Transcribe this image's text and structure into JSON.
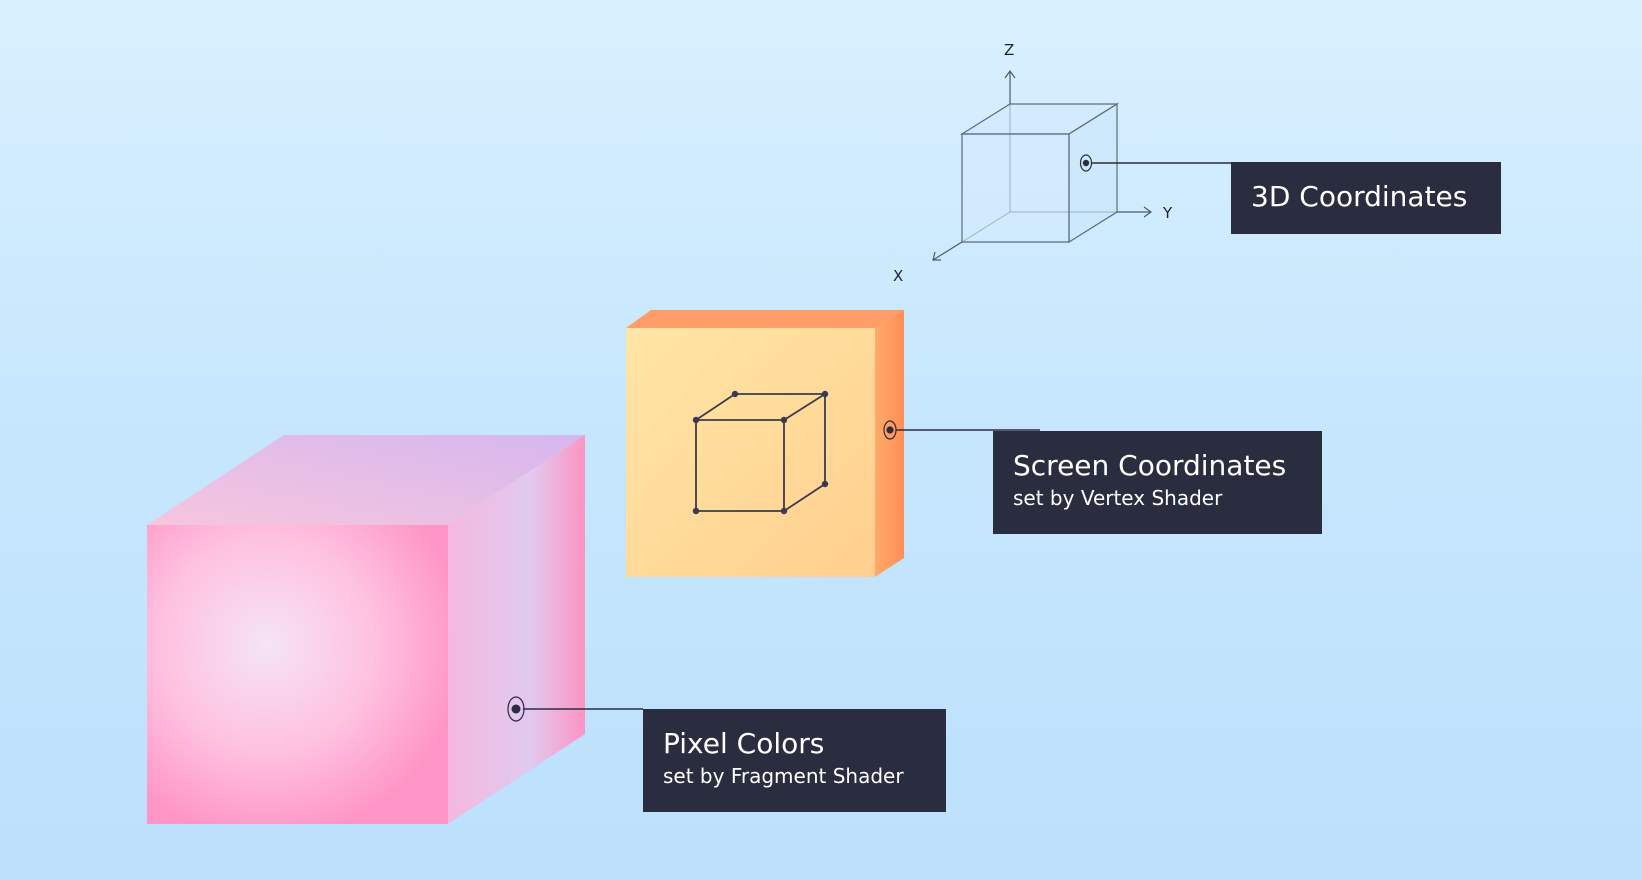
{
  "axes": {
    "z_label": "Z",
    "y_label": "Y",
    "x_label": "X"
  },
  "callouts": {
    "coordinates_3d": {
      "title": "3D Coordinates"
    },
    "screen_coordinates": {
      "title": "Screen Coordinates",
      "subtitle": "set by Vertex Shader"
    },
    "pixel_colors": {
      "title": "Pixel Colors",
      "subtitle": "set by Fragment Shader"
    }
  },
  "colors": {
    "callout_background": "#2a2c40",
    "callout_text": "#ffffff",
    "leader_line": "#2a2c40",
    "orange_cube": "#ffd89a",
    "pink_cube": "#ff9fcb",
    "background": "#c7e7fd"
  }
}
